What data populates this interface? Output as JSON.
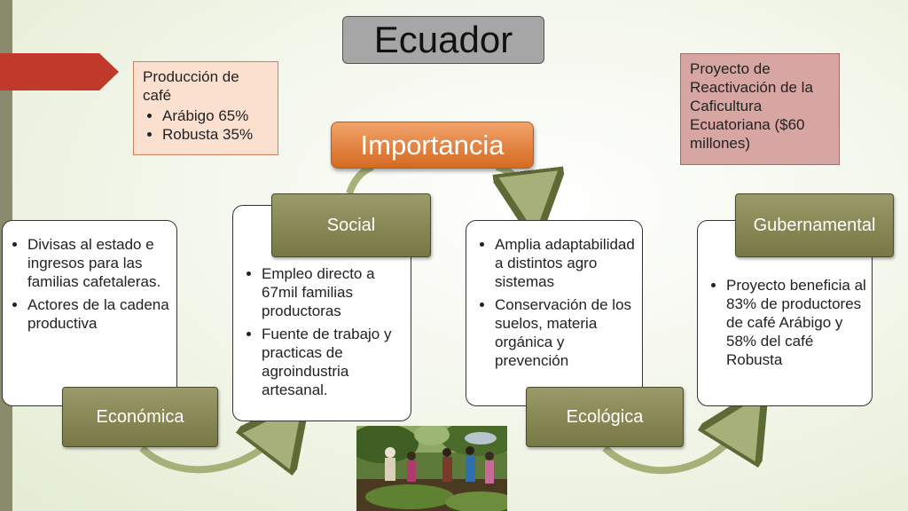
{
  "title": "Ecuador",
  "center_label": "Importancia",
  "production_note": {
    "heading": "Producción de café",
    "items": [
      "Arábigo 65%",
      "Robusta 35%"
    ]
  },
  "project_note": {
    "text": "Proyecto de Reactivación de la Caficultura Ecuatoriana ($60 millones)"
  },
  "sections": [
    {
      "label": "Económica",
      "items": [
        "Divisas al estado e ingresos para las familias cafetaleras.",
        "Actores de la cadena productiva"
      ]
    },
    {
      "label": "Social",
      "items": [
        "Empleo directo a 67mil familias productoras",
        "Fuente de trabajo y practicas de agroindustria artesanal."
      ]
    },
    {
      "label": "Ecológica",
      "items": [
        "Amplia adaptabilidad a distintos agro sistemas",
        "Conservación de los suelos, materia orgánica y prevención"
      ]
    },
    {
      "label": "Gubernamental",
      "items": [
        "Proyecto beneficia al 83% de productores de café Arábigo y 58% del café Robusta"
      ]
    }
  ],
  "colors": {
    "label_olive": "#878757",
    "importance_orange": "#e07b36",
    "arrow_olive": "#a8b07a",
    "production_note_fill": "#fbe0cf",
    "project_note_fill": "#d7a6a3",
    "deco_arrow_red": "#c0392b"
  }
}
